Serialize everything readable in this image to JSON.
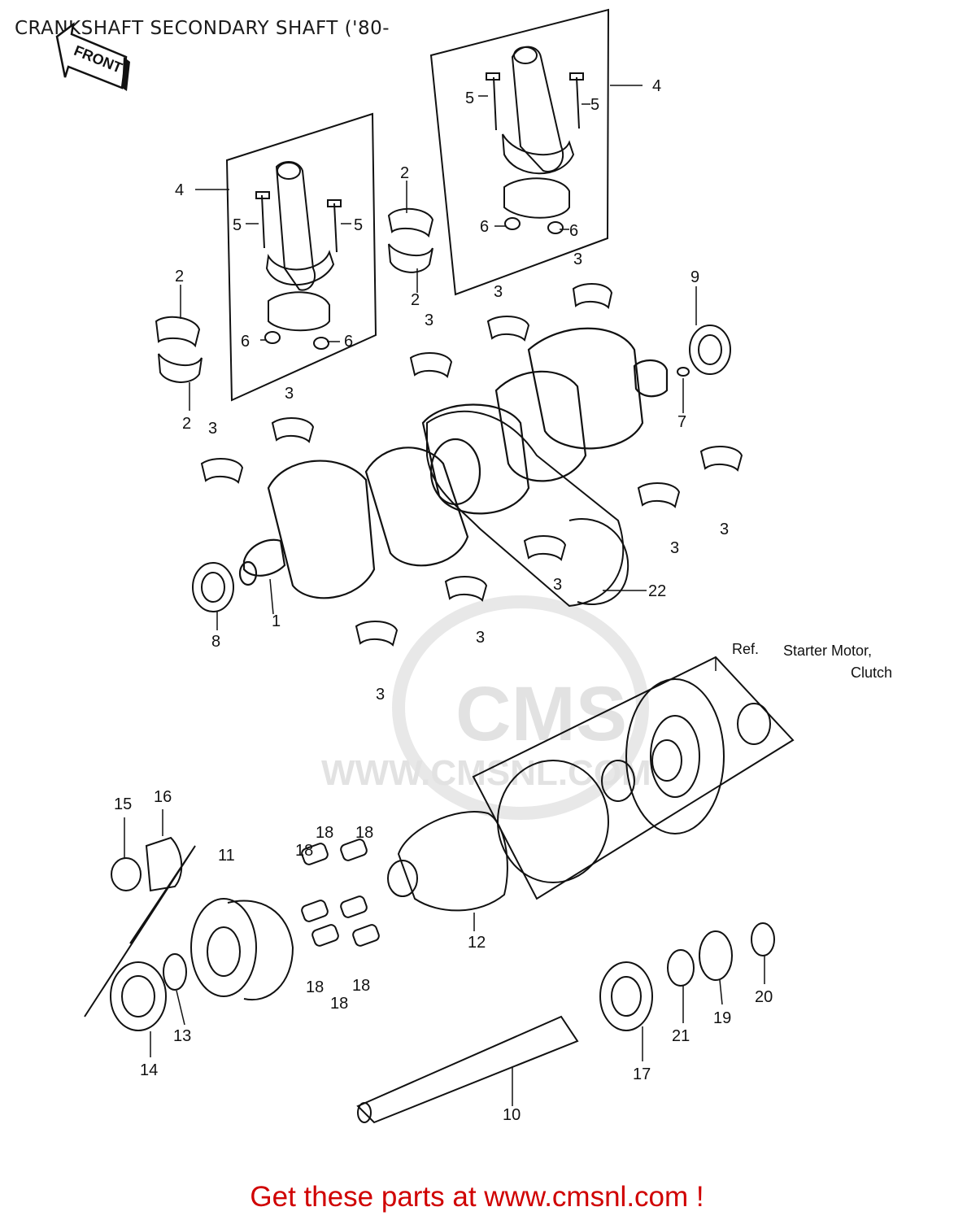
{
  "page": {
    "title": "CRANKSHAFT SECONDARY SHAFT ('80-",
    "footer_link": "Get these parts at www.cmsnl.com !"
  },
  "diagram": {
    "front_label": "FRONT",
    "ref_label": "Ref.",
    "ref_text_1": "Starter Motor,",
    "ref_text_2": "Clutch",
    "watermark_logo": "CMS",
    "watermark_url": "WWW.CMSNL.COM",
    "callouts": {
      "c1": "1",
      "c2a": "2",
      "c2b": "2",
      "c2c": "2",
      "c2d": "2",
      "c3a": "3",
      "c3b": "3",
      "c3c": "3",
      "c3d": "3",
      "c3e": "3",
      "c3f": "3",
      "c3g": "3",
      "c3h": "3",
      "c3i": "3",
      "c3j": "3",
      "c4a": "4",
      "c4b": "4",
      "c5a": "5",
      "c5b": "5",
      "c5c": "5",
      "c5d": "5",
      "c6a": "6",
      "c6b": "6",
      "c6c": "6",
      "c6d": "6",
      "c7": "7",
      "c8": "8",
      "c9": "9",
      "c10": "10",
      "c11": "11",
      "c12": "12",
      "c13": "13",
      "c14": "14",
      "c15": "15",
      "c16": "16",
      "c17": "17",
      "c18a": "18",
      "c18b": "18",
      "c18c": "18",
      "c18d": "18",
      "c18e": "18",
      "c18f": "18",
      "c19": "19",
      "c20": "20",
      "c21": "21",
      "c22": "22"
    }
  },
  "colors": {
    "line": "#111111",
    "footer": "#d00000",
    "watermark": "#c8c8c8"
  }
}
